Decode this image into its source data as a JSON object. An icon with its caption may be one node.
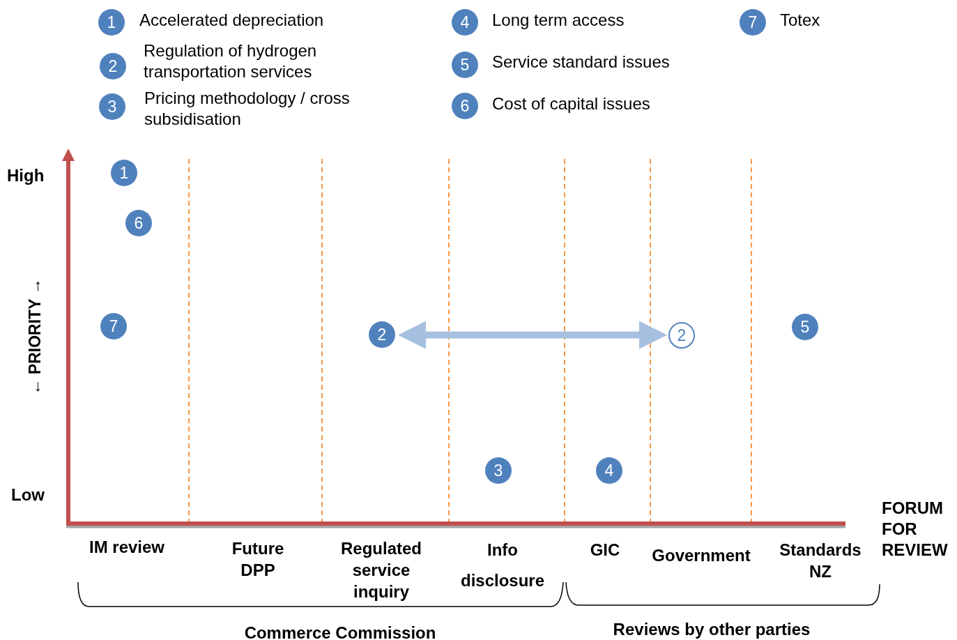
{
  "diagram": {
    "nodes": [
      {
        "text": [
          "1"
        ],
        "beside": [
          "Accelerated depreciation"
        ]
      },
      {
        "text": [
          "2"
        ],
        "beside": [
          "Regulation of hydrogen transportation services"
        ]
      },
      {
        "text": [
          "3"
        ],
        "beside": [
          "Pricing methodology / cross subsidisation"
        ]
      },
      {
        "text": [
          "4"
        ],
        "beside": [
          "Long term access"
        ]
      },
      {
        "text": [
          "5"
        ],
        "beside": [
          "Service standard issues"
        ]
      },
      {
        "text": [
          "6"
        ],
        "beside": [
          "Cost of capital issues"
        ]
      },
      {
        "text": [
          "7"
        ],
        "beside": [
          "Totex"
        ]
      },
      {
        "text": [
          "1"
        ]
      },
      {
        "text": [
          "6"
        ]
      },
      {
        "text": [
          "7"
        ]
      },
      {
        "text": [
          "2"
        ]
      },
      {
        "text": [
          "2"
        ]
      },
      {
        "text": [
          "5"
        ]
      },
      {
        "text": [
          "3"
        ]
      },
      {
        "text": [
          "4"
        ]
      }
    ],
    "edges": [
      {
        "from": 10,
        "to": 11,
        "arrow": "both"
      }
    ],
    "labels": [
      "High",
      "← PRIORITY →",
      "Low",
      "FORUM FOR REVIEW",
      "IM review",
      "Future DPP",
      "Regulated service inquiry",
      "Info disclosure",
      "GIC",
      "Government",
      "Standards NZ",
      "Commerce Commission",
      "Reviews by other parties"
    ]
  }
}
